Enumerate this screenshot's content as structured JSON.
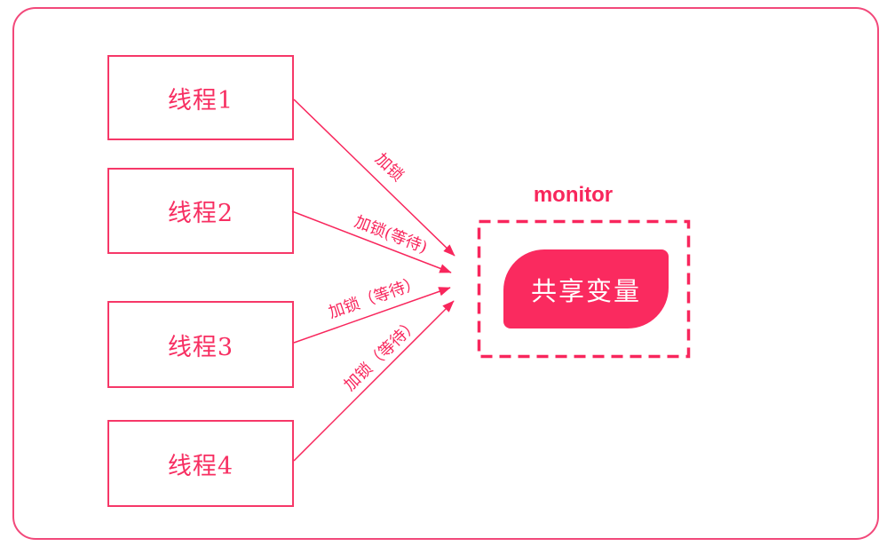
{
  "colors": {
    "accent": "#f8265c",
    "box_border": "#f63868",
    "shared_variable_fill": "#fa2a5f",
    "shared_variable_text": "#ffffff"
  },
  "diagram": {
    "threads": [
      {
        "label": "线程1"
      },
      {
        "label": "线程2"
      },
      {
        "label": "线程3"
      },
      {
        "label": "线程4"
      }
    ],
    "arrows": [
      {
        "label": "加锁"
      },
      {
        "label": "加锁(等待)"
      },
      {
        "label": "加锁（等待）"
      },
      {
        "label": "加锁（等待）"
      }
    ],
    "monitor": {
      "title": "monitor",
      "shared_variable": "共享变量"
    }
  }
}
